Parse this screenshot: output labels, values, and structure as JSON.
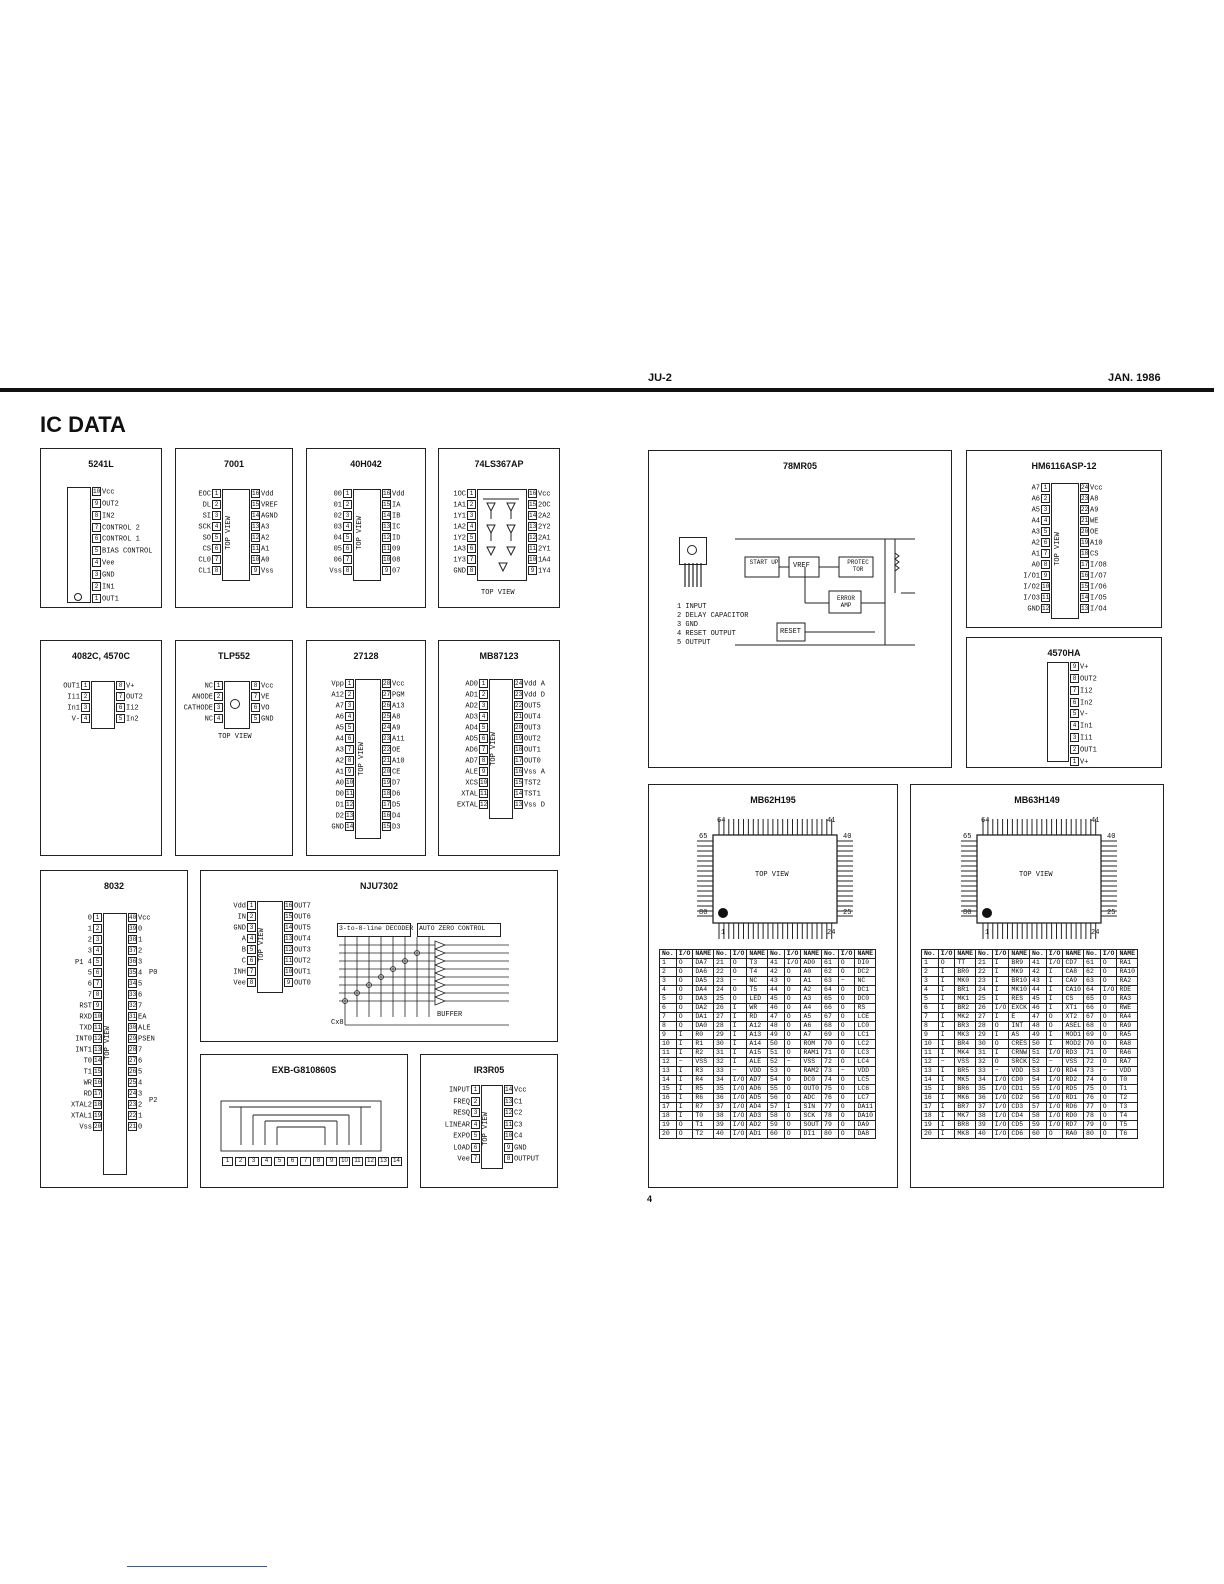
{
  "header": {
    "doc": "JU-2",
    "date": "JAN. 1986",
    "title": "IC DATA",
    "page": "4"
  },
  "ics": {
    "i5241l": {
      "name": "5241L",
      "pins": [
        "10 Vcc",
        "9 OUT2",
        "8 IN2",
        "7 CONTROL 2",
        "6 CONTROL 1",
        "5 BIAS CONTROL",
        "4 Vee",
        "3 GND",
        "2 IN1",
        "1 OUT1"
      ]
    },
    "i7001": {
      "name": "7001",
      "left": [
        "EOC",
        "DL",
        "SI",
        "SCK",
        "SO",
        "CS",
        "CL0",
        "CL1"
      ],
      "right": [
        "Vdd",
        "VREF",
        "AGND",
        "A3",
        "A2",
        "A1",
        "A0",
        "Vss"
      ]
    },
    "i40h042": {
      "name": "40H042",
      "left": [
        "00",
        "01",
        "02",
        "03",
        "04",
        "05",
        "06",
        "Vss"
      ],
      "right": [
        "Vdd",
        "IA",
        "IB",
        "IC",
        "ID",
        "09",
        "08",
        "07"
      ]
    },
    "i74ls367": {
      "name": "74LS367AP",
      "left": [
        "1OC",
        "1A1",
        "1Y1",
        "1A2",
        "1Y2",
        "1A3",
        "1Y3",
        "GND"
      ],
      "right": [
        "Vcc",
        "2OC",
        "2A2",
        "2Y2",
        "2A1",
        "2Y1",
        "1A4",
        "1Y4"
      ],
      "caption": "TOP VIEW"
    },
    "i4082c": {
      "name": "4082C, 4570C",
      "left": [
        "OUT1",
        "Ii1",
        "In1",
        "V-"
      ],
      "right": [
        "V+",
        "OUT2",
        "Ii2",
        "In2"
      ]
    },
    "tlp552": {
      "name": "TLP552",
      "left": [
        "NC",
        "ANODE",
        "CATHODE",
        "NC"
      ],
      "right": [
        "Vcc",
        "VE",
        "VO",
        "GND"
      ],
      "caption": "TOP VIEW"
    },
    "i27128": {
      "name": "27128",
      "left": [
        "Vpp",
        "A12",
        "A7",
        "A6",
        "A5",
        "A4",
        "A3",
        "A2",
        "A1",
        "A0",
        "D0",
        "D1",
        "D2",
        "GND"
      ],
      "right": [
        "Vcc",
        "PGM",
        "A13",
        "A8",
        "A9",
        "A11",
        "OE",
        "A10",
        "CE",
        "D7",
        "D6",
        "D5",
        "D4",
        "D3"
      ]
    },
    "mb87123": {
      "name": "MB87123",
      "left": [
        "AD0",
        "AD1",
        "AD2",
        "AD3",
        "AD4",
        "AD5",
        "AD6",
        "AD7",
        "ALE",
        "XCS",
        "XTAL",
        "EXTAL"
      ],
      "right": [
        "Vdd A",
        "Vdd D",
        "OUT5",
        "OUT4",
        "OUT3",
        "OUT2",
        "OUT1",
        "OUT0",
        "Vss A",
        "TST2",
        "TST1",
        "Vss D"
      ]
    },
    "i78mr05": {
      "name": "78MR05",
      "legend": [
        "1  INPUT",
        "2  DELAY CAPACITOR",
        "3  GND",
        "4  RESET OUTPUT",
        "5  OUTPUT"
      ],
      "blocks": [
        "START UP",
        "VREF",
        "PROTEC TOR",
        "ERROR AMP",
        "RESET"
      ]
    },
    "hm6116": {
      "name": "HM6116ASP-12",
      "left": [
        "A7",
        "A6",
        "A5",
        "A4",
        "A3",
        "A2",
        "A1",
        "A0",
        "I/O1",
        "I/O2",
        "I/O3",
        "GND"
      ],
      "right": [
        "Vcc",
        "A8",
        "A9",
        "WE",
        "OE",
        "A10",
        "CS",
        "I/O8",
        "I/O7",
        "I/O6",
        "I/O5",
        "I/O4"
      ]
    },
    "i4570ha": {
      "name": "4570HA",
      "pins": [
        "9 V+",
        "8 OUT2",
        "7 Ii2",
        "6 In2",
        "5 V-",
        "4 In1",
        "3 Ii1",
        "2 OUT1",
        "1 V+"
      ]
    },
    "i8032": {
      "name": "8032",
      "left": [
        "0",
        "1",
        "2",
        "3",
        "4",
        "5",
        "6",
        "7",
        "RST",
        "RXD",
        "TXD",
        "INT0",
        "INT1",
        "T0",
        "T1",
        "WR",
        "RD",
        "XTAL2",
        "XTAL1",
        "Vss"
      ],
      "right": [
        "Vcc",
        "0",
        "1",
        "2",
        "3",
        "4",
        "5",
        "6",
        "7",
        "EA",
        "ALE",
        "PSEN",
        "7",
        "6",
        "5",
        "4",
        "3",
        "2",
        "1",
        "0"
      ],
      "groups": [
        "P1",
        "P0",
        "P2"
      ]
    },
    "nju7302": {
      "name": "NJU7302",
      "left": [
        "Vdd",
        "IN",
        "GND",
        "A",
        "B",
        "C",
        "INH",
        "Vee"
      ],
      "right": [
        "OUT7",
        "OUT6",
        "OUT5",
        "OUT4",
        "OUT3",
        "OUT2",
        "OUT1",
        "OUT0"
      ],
      "decoder": "3-to-8-line DECODER",
      "autozero": "AUTO ZERO CONTROL",
      "buffer": "BUFFER",
      "cx": "Cx8"
    },
    "exb": {
      "name": "EXB-G810860S",
      "pins": [
        "1",
        "2",
        "3",
        "4",
        "5",
        "6",
        "7",
        "8",
        "9",
        "10",
        "11",
        "12",
        "13",
        "14"
      ]
    },
    "ir3r05": {
      "name": "IR3R05",
      "left": [
        "INPUT",
        "FREQ",
        "RESQ",
        "LINEAR",
        "EXPO",
        "LOAD",
        "Vee"
      ],
      "right": [
        "Vcc",
        "C1",
        "C2",
        "C3",
        "C4",
        "GND",
        "OUTPUT"
      ]
    },
    "mb62h195": {
      "name": "MB62H195",
      "topview": "TOP VIEW",
      "corners": [
        "64",
        "41",
        "65",
        "40",
        "80",
        "25",
        "1",
        "24"
      ]
    },
    "mb63h149": {
      "name": "MB63H149",
      "topview": "TOP VIEW",
      "corners": [
        "64",
        "41",
        "65",
        "40",
        "80",
        "25",
        "1",
        "24"
      ]
    }
  },
  "tables": {
    "mb62h195": [
      [
        "1",
        "O",
        "DA7",
        "21",
        "O",
        "T3",
        "41",
        "I/O",
        "AD0",
        "61",
        "O",
        "DI0"
      ],
      [
        "2",
        "O",
        "DA6",
        "22",
        "O",
        "T4",
        "42",
        "O",
        "A0",
        "62",
        "O",
        "DC2"
      ],
      [
        "3",
        "O",
        "DA5",
        "23",
        "−",
        "NC",
        "43",
        "O",
        "A1",
        "63",
        "−",
        "NC"
      ],
      [
        "4",
        "O",
        "DA4",
        "24",
        "O",
        "T5",
        "44",
        "O",
        "A2",
        "64",
        "O",
        "DC1"
      ],
      [
        "5",
        "O",
        "DA3",
        "25",
        "O",
        "LED",
        "45",
        "O",
        "A3",
        "65",
        "O",
        "DC0"
      ],
      [
        "6",
        "O",
        "DA2",
        "26",
        "I",
        "WR",
        "46",
        "O",
        "A4",
        "66",
        "O",
        "RS"
      ],
      [
        "7",
        "O",
        "DA1",
        "27",
        "I",
        "RD",
        "47",
        "O",
        "A5",
        "67",
        "O",
        "LCE"
      ],
      [
        "8",
        "O",
        "DA0",
        "28",
        "I",
        "A12",
        "48",
        "O",
        "A6",
        "68",
        "O",
        "LC0"
      ],
      [
        "9",
        "I",
        "R0",
        "29",
        "I",
        "A13",
        "49",
        "O",
        "A7",
        "69",
        "O",
        "LC1"
      ],
      [
        "10",
        "I",
        "R1",
        "30",
        "I",
        "A14",
        "50",
        "O",
        "ROM",
        "70",
        "O",
        "LC2"
      ],
      [
        "11",
        "I",
        "R2",
        "31",
        "I",
        "A15",
        "51",
        "O",
        "RAM1",
        "71",
        "O",
        "LC3"
      ],
      [
        "12",
        "−",
        "VSS",
        "32",
        "I",
        "ALE",
        "52",
        "−",
        "VSS",
        "72",
        "O",
        "LC4"
      ],
      [
        "13",
        "I",
        "R3",
        "33",
        "−",
        "VDD",
        "53",
        "O",
        "RAM2",
        "73",
        "−",
        "VDD"
      ],
      [
        "14",
        "I",
        "R4",
        "34",
        "I/O",
        "AD7",
        "54",
        "O",
        "DC0",
        "74",
        "O",
        "LC5"
      ],
      [
        "15",
        "I",
        "R5",
        "35",
        "I/O",
        "AD6",
        "55",
        "O",
        "OUT0",
        "75",
        "O",
        "LC6"
      ],
      [
        "16",
        "I",
        "R6",
        "36",
        "I/O",
        "AD5",
        "56",
        "O",
        "ADC",
        "76",
        "O",
        "LC7"
      ],
      [
        "17",
        "I",
        "R7",
        "37",
        "I/O",
        "AD4",
        "57",
        "I",
        "SIN",
        "77",
        "O",
        "DA11"
      ],
      [
        "18",
        "I",
        "T0",
        "38",
        "I/O",
        "AD3",
        "58",
        "O",
        "SCK",
        "78",
        "O",
        "DA10"
      ],
      [
        "19",
        "O",
        "T1",
        "39",
        "I/O",
        "AD2",
        "59",
        "O",
        "SOUT",
        "79",
        "O",
        "DA9"
      ],
      [
        "20",
        "O",
        "T2",
        "40",
        "I/O",
        "AD1",
        "60",
        "O",
        "DI1",
        "80",
        "O",
        "DA8"
      ]
    ],
    "mb63h149": [
      [
        "1",
        "O",
        "TT",
        "21",
        "I",
        "BR9",
        "41",
        "I/O",
        "CD7",
        "61",
        "O",
        "RA1"
      ],
      [
        "2",
        "I",
        "BR0",
        "22",
        "I",
        "MK9",
        "42",
        "I",
        "CA8",
        "62",
        "O",
        "RA10"
      ],
      [
        "3",
        "I",
        "MK0",
        "23",
        "I",
        "BR10",
        "43",
        "I",
        "CA9",
        "63",
        "O",
        "RA2"
      ],
      [
        "4",
        "I",
        "BR1",
        "24",
        "I",
        "MK10",
        "44",
        "I",
        "CA10",
        "64",
        "I/O",
        "RDE"
      ],
      [
        "5",
        "I",
        "MK1",
        "25",
        "I",
        "RES",
        "45",
        "I",
        "CS",
        "65",
        "O",
        "RA3"
      ],
      [
        "6",
        "I",
        "BR2",
        "26",
        "I/O",
        "EXCK",
        "46",
        "I",
        "XT1",
        "66",
        "O",
        "RWE"
      ],
      [
        "7",
        "I",
        "MK2",
        "27",
        "I",
        "E",
        "47",
        "O",
        "XT2",
        "67",
        "O",
        "RA4"
      ],
      [
        "8",
        "I",
        "BR3",
        "28",
        "O",
        "INT",
        "48",
        "O",
        "ASEL",
        "68",
        "O",
        "RA9"
      ],
      [
        "9",
        "I",
        "MK3",
        "29",
        "I",
        "AS",
        "49",
        "I",
        "MOD1",
        "69",
        "O",
        "RA5"
      ],
      [
        "10",
        "I",
        "BR4",
        "30",
        "O",
        "CRES",
        "50",
        "I",
        "MOD2",
        "70",
        "O",
        "RA8"
      ],
      [
        "11",
        "I",
        "MK4",
        "31",
        "I",
        "CRNW",
        "51",
        "I/O",
        "RD3",
        "71",
        "O",
        "RA6"
      ],
      [
        "12",
        "−",
        "VSS",
        "32",
        "O",
        "SRCK",
        "52",
        "−",
        "VSS",
        "72",
        "O",
        "RA7"
      ],
      [
        "13",
        "I",
        "BR5",
        "33",
        "−",
        "VDD",
        "53",
        "I/O",
        "RD4",
        "73",
        "−",
        "VDD"
      ],
      [
        "14",
        "I",
        "MK5",
        "34",
        "I/O",
        "CD0",
        "54",
        "I/O",
        "RD2",
        "74",
        "O",
        "T0"
      ],
      [
        "15",
        "I",
        "BR6",
        "35",
        "I/O",
        "CD1",
        "55",
        "I/O",
        "RD5",
        "75",
        "O",
        "T1"
      ],
      [
        "16",
        "I",
        "MK6",
        "36",
        "I/O",
        "CD2",
        "56",
        "I/O",
        "RD1",
        "76",
        "O",
        "T2"
      ],
      [
        "17",
        "I",
        "BR7",
        "37",
        "I/O",
        "CD3",
        "57",
        "I/O",
        "RD6",
        "77",
        "O",
        "T3"
      ],
      [
        "18",
        "I",
        "MK7",
        "38",
        "I/O",
        "CD4",
        "58",
        "I/O",
        "RD0",
        "78",
        "O",
        "T4"
      ],
      [
        "19",
        "I",
        "BR8",
        "39",
        "I/O",
        "CD5",
        "59",
        "I/O",
        "RD7",
        "79",
        "O",
        "T5"
      ],
      [
        "20",
        "I",
        "MK8",
        "40",
        "I/O",
        "CD6",
        "60",
        "O",
        "RA0",
        "80",
        "O",
        "T6"
      ]
    ],
    "head": [
      "No.",
      "I/O",
      "NAME",
      "No.",
      "I/O",
      "NAME",
      "No.",
      "I/O",
      "NAME",
      "No.",
      "I/O",
      "NAME"
    ]
  },
  "labels": {
    "topview": "TOP VIEW"
  }
}
